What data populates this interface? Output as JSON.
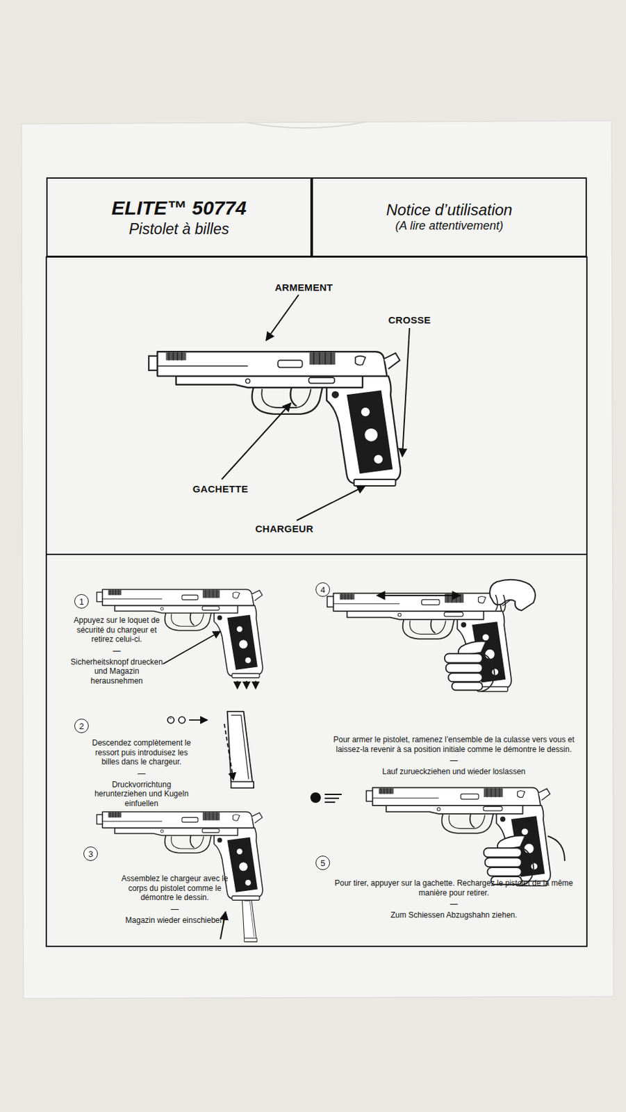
{
  "diagram": {
    "nodes": [
      {
        "text": [
          "ELITE™ 50774",
          "Pistolet à billes"
        ]
      },
      {
        "text": [
          "Notice d’utilisation",
          "(A lire attentivement)"
        ]
      },
      {
        "text": [
          "1"
        ]
      },
      {
        "text": [
          "2"
        ]
      },
      {
        "text": [
          "3"
        ]
      },
      {
        "text": [
          "4"
        ]
      },
      {
        "text": [
          "5"
        ]
      }
    ],
    "labels": [
      "ARMEMENT",
      "CROSSE",
      "GACHETTE",
      "CHARGEUR",
      "Appuyez sur le loquet de sécurité du chargeur et retirez celui-ci.",
      "—",
      "Sicherheitsknopf druecken und Magazin herausnehmen",
      "Descendez complètement le ressort puis introduisez les billes dans le chargeur.",
      "—",
      "Druckvorrichtung herunterziehen und Kugeln einfuellen",
      "Assemblez le chargeur avec le corps du pistolet comme le démontre le dessin.",
      "—",
      "Magazin wieder einschieben",
      "Pour armer le pistolet, ramenez l’ensemble de la culasse vers vous et laissez-la revenir à sa position initiale comme le démontre le dessin.",
      "—",
      "Lauf zurueckziehen und wieder loslassen",
      "Pour tirer, appuyer sur la gachette. Rechargez le pistolet de la même manière pour retirer.",
      "—",
      "Zum Schiessen Abzugshahn ziehen."
    ]
  }
}
